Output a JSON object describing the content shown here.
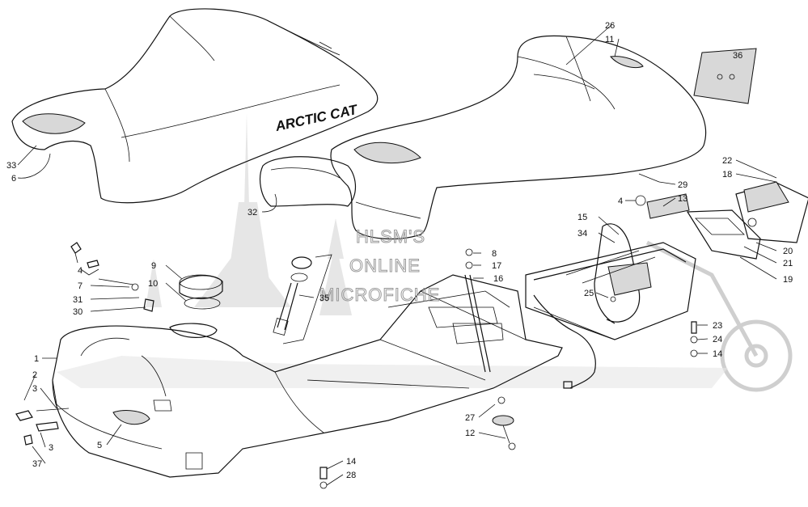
{
  "brand_text": "ARCTIC CAT",
  "watermark": {
    "line1": "HLSM'S",
    "line2": "ONLINE",
    "line3": "MICROFICHE"
  },
  "callouts": {
    "c1": "1",
    "c2": "2",
    "c3a": "3",
    "c3b": "3",
    "c4a": "4",
    "c4b": "4",
    "c5": "5",
    "c6": "6",
    "c7": "7",
    "c8": "8",
    "c9": "9",
    "c10": "10",
    "c11": "11",
    "c12": "12",
    "c13": "13",
    "c14a": "14",
    "c14b": "14",
    "c15": "15",
    "c16": "16",
    "c17": "17",
    "c18": "18",
    "c19": "19",
    "c20": "20",
    "c21": "21",
    "c22": "22",
    "c23": "23",
    "c24": "24",
    "c25": "25",
    "c26": "26",
    "c27": "27",
    "c28": "28",
    "c29": "29",
    "c30": "30",
    "c31": "31",
    "c32": "32",
    "c33": "33",
    "c34": "34",
    "c35": "35",
    "c36": "36",
    "c37": "37"
  }
}
